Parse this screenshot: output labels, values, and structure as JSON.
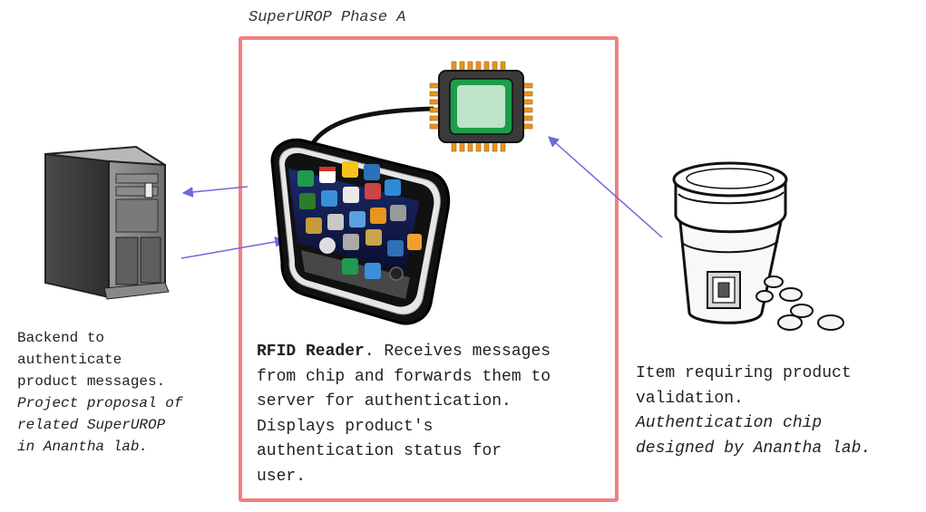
{
  "phase_title": "SuperUROP Phase A",
  "backend": {
    "line1": "Backend to",
    "line2": "authenticate",
    "line3": "product messages.",
    "line4": "Project proposal of",
    "line5": "related SuperUROP",
    "line6": "in Anantha lab."
  },
  "reader": {
    "title": "RFID Reader",
    "line1_rest": ". Receives messages",
    "line2": "from chip and forwards them to",
    "line3": "server for authentication.",
    "line4": "Displays product's",
    "line5": "authentication status for",
    "line6": "user."
  },
  "item": {
    "line1": "Item requiring product",
    "line2": "validation.",
    "line3": "Authentication chip",
    "line4": "designed by Anantha lab."
  },
  "colors": {
    "box_border": "#f08080",
    "arrow": "#6b6bdc",
    "chip_pins": "#e8941e",
    "chip_core": "#bde3c8"
  },
  "icons": [
    "server-icon",
    "smartphone-icon",
    "microchip-icon",
    "pill-bottle-icon"
  ]
}
